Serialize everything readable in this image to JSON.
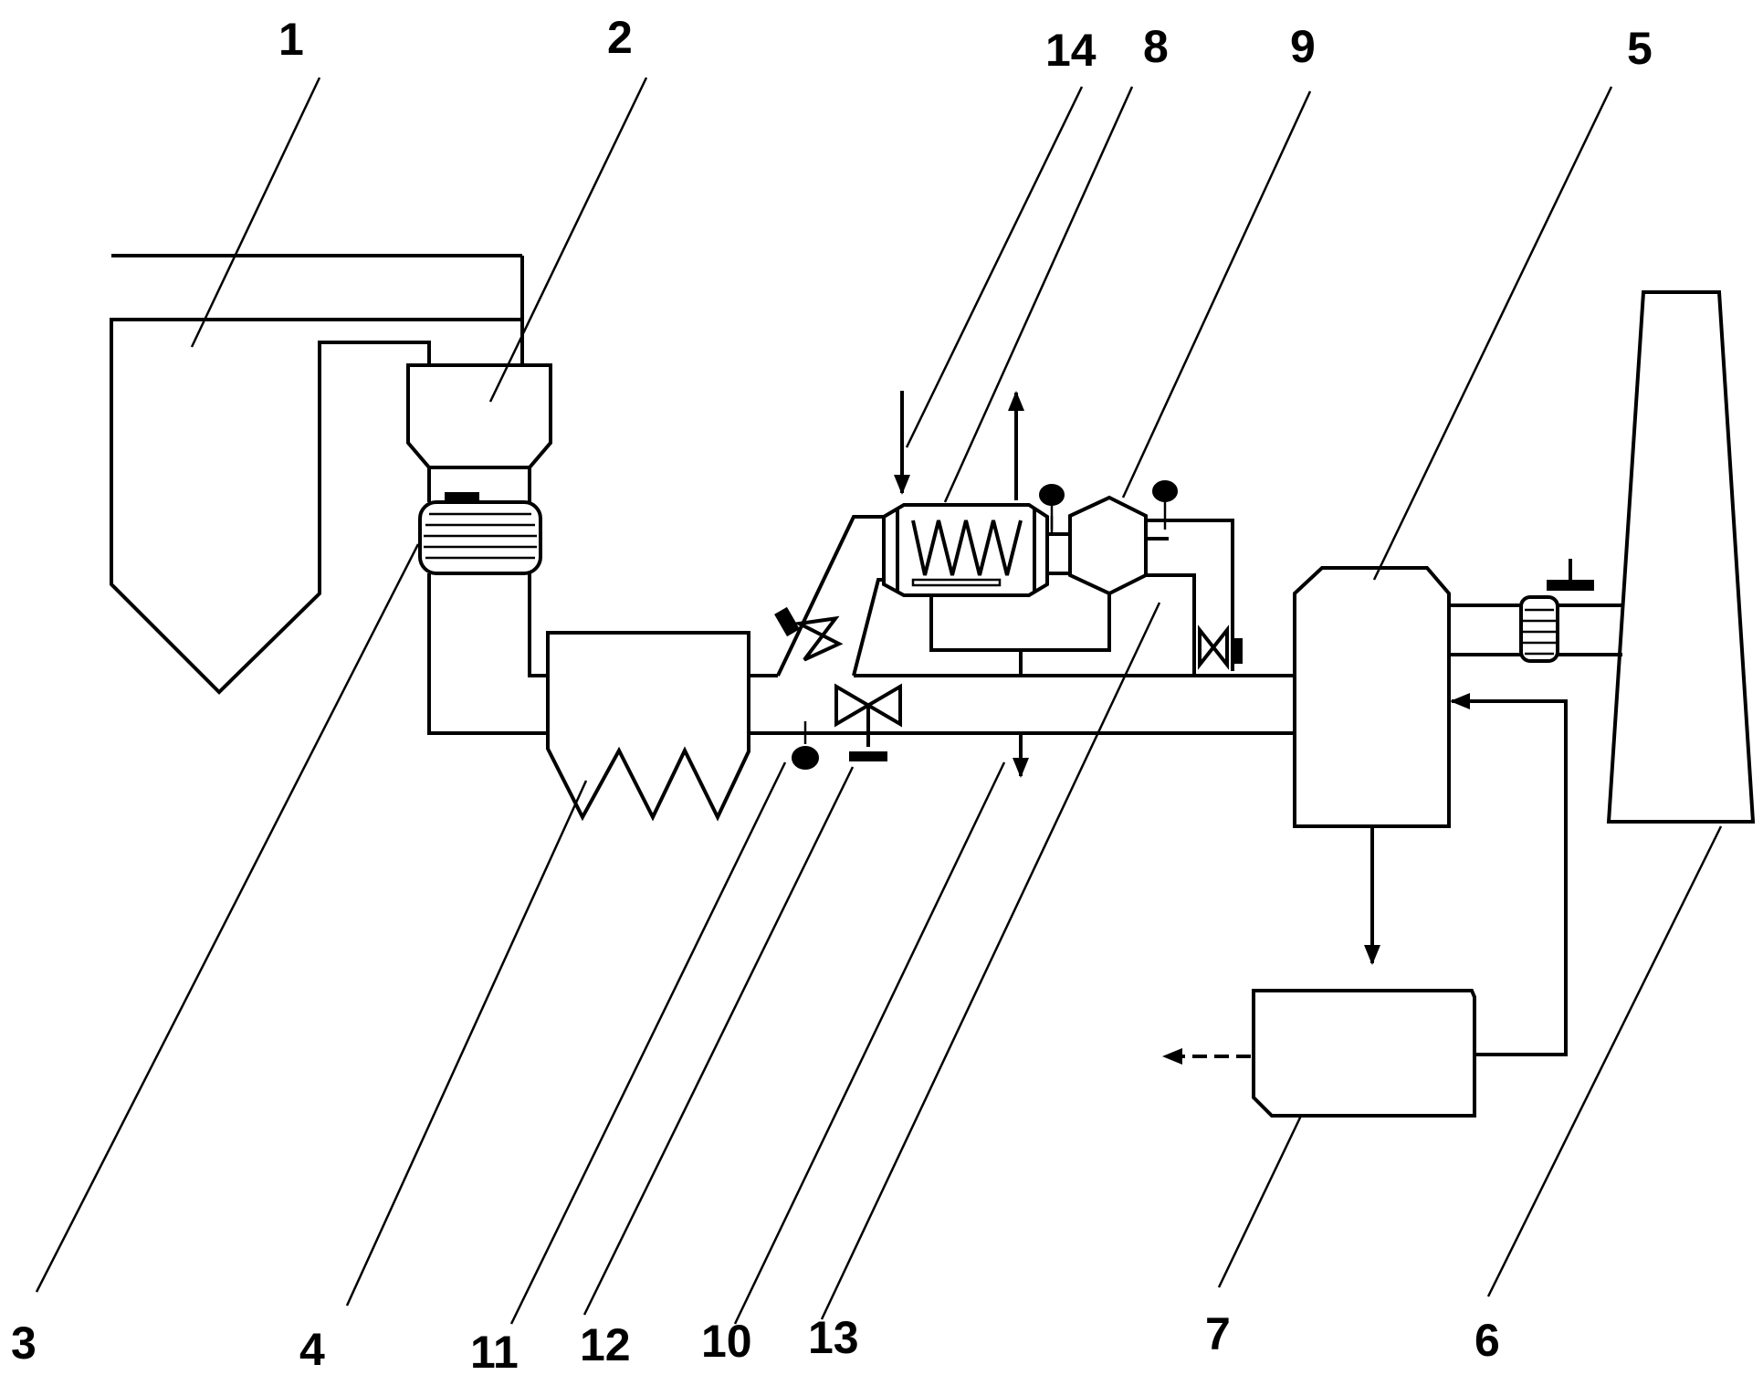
{
  "labels": {
    "l1": "1",
    "l2": "2",
    "l3": "3",
    "l4": "4",
    "l5": "5",
    "l6": "6",
    "l7": "7",
    "l8": "8",
    "l9": "9",
    "l10": "10",
    "l11": "11",
    "l12": "12",
    "l13": "13",
    "l14": "14"
  },
  "colors": {
    "stroke": "#000000",
    "background": "#ffffff"
  }
}
